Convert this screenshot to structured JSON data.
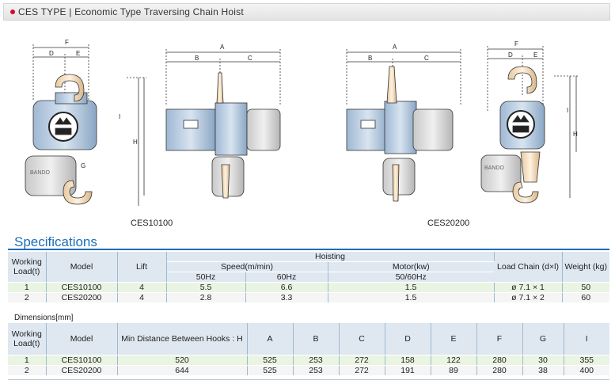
{
  "header": {
    "title": "CES TYPE | Economic Type Traversing Chain Hoist"
  },
  "drawings": {
    "labels": {
      "F": "F",
      "D": "D",
      "E": "E",
      "A": "A",
      "B": "B",
      "C": "C",
      "H": "H",
      "I": "I",
      "G": "G"
    },
    "brand": "BANDO",
    "model_left": "CES10100",
    "model_right": "CES20200"
  },
  "specifications": {
    "title": "Specifications",
    "headers": {
      "working_load": "Working Load(t)",
      "model": "Model",
      "lift": "Lift",
      "hoisting": "Hoisting",
      "speed": "Speed(m/min)",
      "motor": "Motor(kw)",
      "hz50": "50Hz",
      "hz60": "60Hz",
      "hz5060": "50/60Hz",
      "load_chain": "Load Chain (d×l)",
      "weight": "Weight (kg)"
    },
    "rows": [
      {
        "load": "1",
        "model": "CES10100",
        "lift": "4",
        "s50": "5.5",
        "s60": "6.6",
        "motor": "1.5",
        "chain": "ø 7.1 × 1",
        "weight": "50"
      },
      {
        "load": "2",
        "model": "CES20200",
        "lift": "4",
        "s50": "2.8",
        "s60": "3.3",
        "motor": "1.5",
        "chain": "ø 7.1 × 2",
        "weight": "60"
      }
    ]
  },
  "dimensions": {
    "title": "Dimensions[mm]",
    "headers": {
      "working_load": "Working Load(t)",
      "model": "Model",
      "min_distance": "Min Distance Between Hooks : H",
      "A": "A",
      "B": "B",
      "C": "C",
      "D": "D",
      "E": "E",
      "F": "F",
      "G": "G",
      "I": "I"
    },
    "rows": [
      {
        "load": "1",
        "model": "CES10100",
        "h": "520",
        "A": "525",
        "B": "253",
        "C": "272",
        "D": "158",
        "E": "122",
        "F": "280",
        "G": "30",
        "I": "355"
      },
      {
        "load": "2",
        "model": "CES20200",
        "h": "644",
        "A": "525",
        "B": "253",
        "C": "272",
        "D": "191",
        "E": "89",
        "F": "280",
        "G": "38",
        "I": "400"
      }
    ]
  }
}
